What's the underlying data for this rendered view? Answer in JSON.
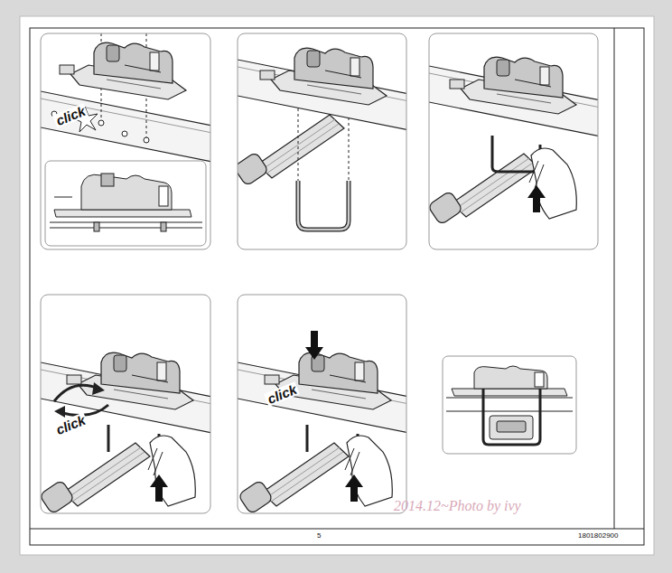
{
  "diagram": {
    "labels": [
      "click",
      "click",
      "click",
      "5",
      "1801802900",
      "2014.12~Photo by ivy"
    ]
  }
}
